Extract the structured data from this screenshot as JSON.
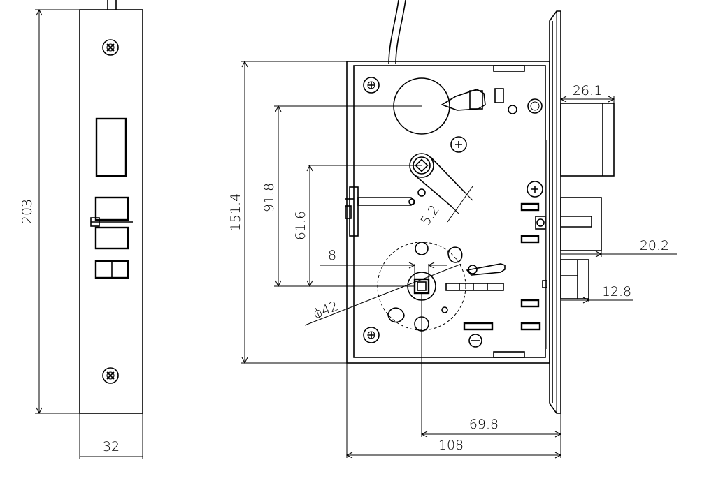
{
  "dimensions": {
    "faceplate_height": "203",
    "faceplate_width": "32",
    "body_height": "151.4",
    "cylinder_to_hub": "91.8",
    "lever_to_hub": "61.6",
    "spindle_angle": "5.2",
    "spindle_size": "8",
    "hub_diameter": "ϕ42",
    "backset": "69.8",
    "total_depth": "108",
    "latch_projection": "26.1",
    "deadbolt_projection": "20.2",
    "aux_latch_projection": "12.8"
  }
}
